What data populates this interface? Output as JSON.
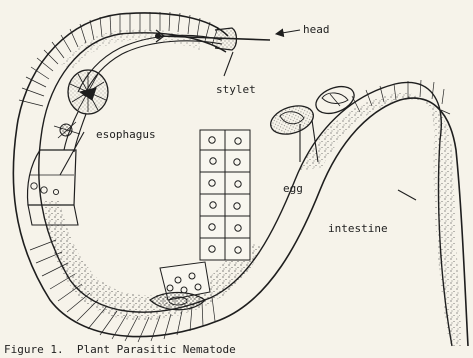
{
  "figure": {
    "caption": "Figure 1.  Plant Parasitic Nematode",
    "ink_color": "#1e1e1e",
    "paper_color": "#f6f3ea"
  },
  "labels": {
    "head": "head",
    "stylet": "stylet",
    "esophagus": "esophagus",
    "egg": "egg",
    "intestine": "intestine"
  }
}
